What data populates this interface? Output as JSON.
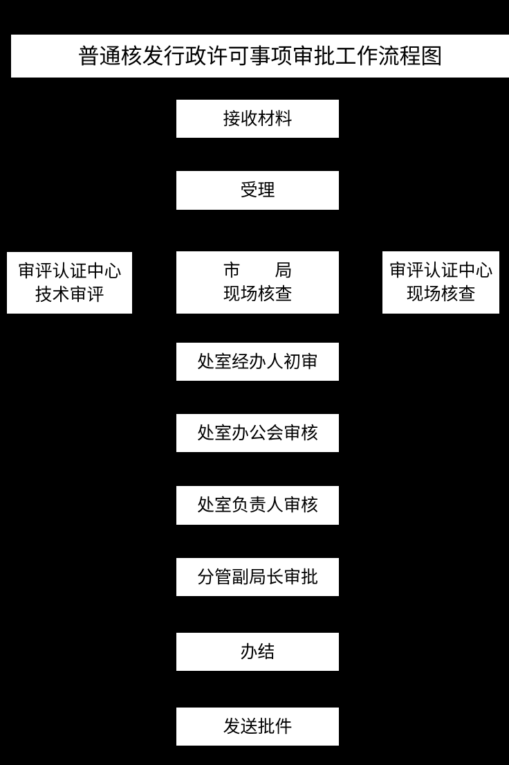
{
  "title": "普通核发行政许可事项审批工作流程图",
  "colors": {
    "background": "#000000",
    "box_fill": "#ffffff",
    "box_text": "#000000"
  },
  "flow": {
    "receive_materials": "接收材料",
    "acceptance": "受理",
    "tech_review": {
      "line1": "审评认证中心",
      "line2": "技术审评"
    },
    "city_bureau_site_check": {
      "line1": "市　　局",
      "line2": "现场核查"
    },
    "center_site_check": {
      "line1": "审评认证中心",
      "line2": "现场核查"
    },
    "staff_initial_review": "处室经办人初审",
    "office_meeting_review": "处室办公会审核",
    "division_head_review": "处室负责人审核",
    "deputy_director_approval": "分管副局长审批",
    "case_closed": "办结",
    "send_approval_document": "发送批件"
  }
}
